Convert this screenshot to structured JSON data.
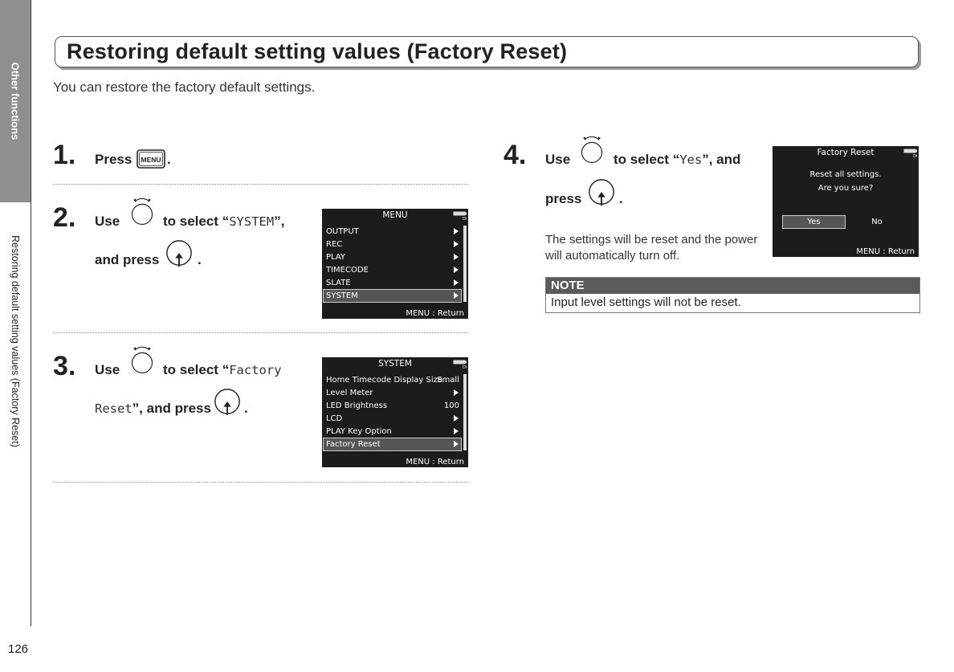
{
  "sidebar": {
    "tab_label": "Other functions",
    "section_label": "Restoring default setting values (Factory Reset)",
    "page_number": "126"
  },
  "title": "Restoring default setting values (Factory Reset)",
  "intro": "You can restore the factory default settings.",
  "steps": {
    "s1": {
      "number": "1.",
      "press": "Press",
      "period": "."
    },
    "s2": {
      "number": "2.",
      "use": "Use",
      "to_select": "to select “",
      "value": "SYSTEM",
      "close": "”,",
      "and_press": "and press",
      "period": "."
    },
    "s3": {
      "number": "3.",
      "use": "Use",
      "to_select": "to select “",
      "value_a": "Factory",
      "value_b": "Reset",
      "close": "”, and press",
      "period": "."
    },
    "s4": {
      "number": "4.",
      "use": "Use",
      "to_select": "to select “",
      "value": "Yes",
      "close": "”, and",
      "press": "press",
      "period": "."
    }
  },
  "key_labels": {
    "menu": "MENU",
    "battery_dc": "DC"
  },
  "screen_menu": {
    "title": "MENU",
    "items": [
      {
        "label": "OUTPUT"
      },
      {
        "label": "REC"
      },
      {
        "label": "PLAY"
      },
      {
        "label": "TIMECODE"
      },
      {
        "label": "SLATE"
      },
      {
        "label": "SYSTEM"
      }
    ],
    "selected_index": 5,
    "footer": "MENU : Return"
  },
  "screen_system": {
    "title": "SYSTEM",
    "items": [
      {
        "label": "Home Timecode Display Size",
        "value": "Small"
      },
      {
        "label": "Level Meter"
      },
      {
        "label": "LED Brightness",
        "value": "100"
      },
      {
        "label": "LCD"
      },
      {
        "label": "PLAY Key Option"
      },
      {
        "label": "Factory Reset"
      }
    ],
    "selected_index": 5,
    "footer": "MENU : Return"
  },
  "screen_reset": {
    "title": "Factory Reset",
    "line1": "Reset all settings.",
    "line2": "Are you sure?",
    "yes": "Yes",
    "no": "No",
    "footer": "MENU : Return"
  },
  "result_text": "The settings will be reset and the power will automatically turn off.",
  "note": {
    "heading": "NOTE",
    "body": "Input level settings will not be reset."
  }
}
